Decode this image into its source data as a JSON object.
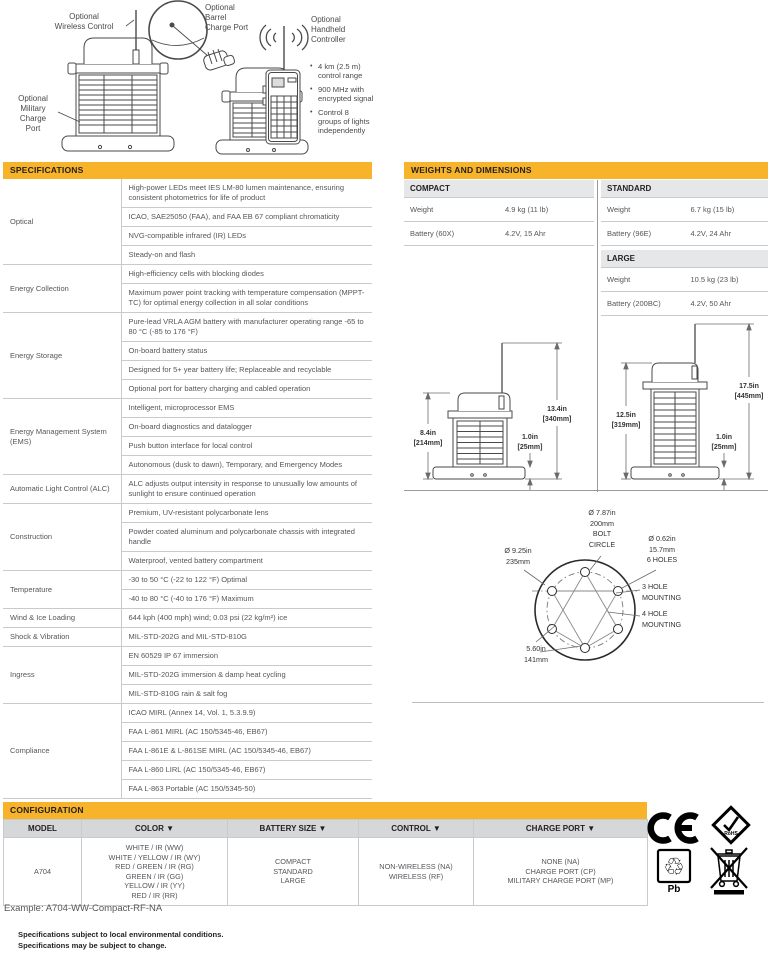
{
  "colors": {
    "accent": "#F7B42A",
    "subheader_gray": "#E6E7E8",
    "config_header_gray": "#D6D7D9",
    "row_line": "#C9CACB",
    "body_text": "#55565A"
  },
  "hero": {
    "callouts": {
      "wireless": "Optional\nWireless Control",
      "barrel": "Optional\nBarrel\nCharge Port",
      "handheld": "Optional\nHandheld\nController",
      "military": "Optional\nMilitary\nCharge\nPort"
    },
    "controller_bullets": [
      "4 km (2.5 m)\ncontrol range",
      "900 MHz with\nencrypted signal",
      "Control 8\ngroups of lights\nindependently"
    ]
  },
  "specifications": {
    "header": "SPECIFICATIONS",
    "groups": [
      {
        "category": "Optical",
        "items": [
          "High-power LEDs meet IES LM-80 lumen maintenance, ensuring consistent photometrics for life of product",
          "ICAO, SAE25050 (FAA), and FAA EB 67 compliant chromaticity",
          "NVG-compatible infrared (IR) LEDs",
          "Steady-on and flash"
        ]
      },
      {
        "category": "Energy Collection",
        "items": [
          "High-efficiency cells with blocking diodes",
          "Maximum power point tracking with temperature compensation (MPPT-TC) for optimal energy collection in all solar conditions"
        ]
      },
      {
        "category": "Energy Storage",
        "items": [
          "Pure-lead VRLA  AGM battery with manufacturer operating range -65 to 80 °C (-85 to 176 °F)",
          "On-board battery status",
          "Designed for 5+ year battery life; Replaceable and recyclable",
          "Optional port for battery charging and cabled operation"
        ]
      },
      {
        "category": "Energy Management System (EMS)",
        "items": [
          "Intelligent, microprocessor EMS",
          "On-board diagnostics and datalogger",
          "Push button interface for local control",
          "Autonomous (dusk to dawn), Temporary, and Emergency Modes"
        ]
      },
      {
        "category": "Automatic Light Control (ALC)",
        "items": [
          "ALC adjusts output intensity in response to unusually low amounts of sunlight to ensure continued operation"
        ]
      },
      {
        "category": "Construction",
        "items": [
          "Premium, UV-resistant polycarbonate lens",
          "Powder coated aluminum and polycarbonate chassis with integrated handle",
          "Waterproof, vented battery compartment"
        ]
      },
      {
        "category": "Temperature",
        "items": [
          "-30 to 50 °C (-22 to 122 °F) Optimal",
          "-40 to 80 °C (-40 to 176 °F) Maximum"
        ]
      },
      {
        "category": "Wind & Ice Loading",
        "items": [
          "644 kph (400 mph) wind; 0.03 psi (22 kg/m²) ice"
        ]
      },
      {
        "category": "Shock & Vibration",
        "items": [
          "MIL-STD-202G and MIL-STD-810G"
        ]
      },
      {
        "category": "Ingress",
        "items": [
          "EN 60529  IP 67 immersion",
          "MIL-STD-202G immersion & damp heat cycling",
          "MIL-STD-810G rain & salt fog"
        ]
      },
      {
        "category": "Compliance",
        "items": [
          "ICAO MIRL (Annex 14, Vol. 1, 5.3.9.9)",
          "FAA L-861 MIRL (AC 150/5345-46, EB67)",
          "FAA L-861E & L-861SE MIRL (AC 150/5345-46, EB67)",
          "FAA L-860 LIRL (AC 150/5345-46, EB67)",
          "FAA L-863 Portable (AC 150/5345-50)"
        ]
      }
    ]
  },
  "weights": {
    "header": "WEIGHTS AND DIMENSIONS",
    "tables": [
      {
        "name": "COMPACT",
        "rows": [
          [
            "Weight",
            "4.9 kg (11 lb)"
          ],
          [
            "Battery (60X)",
            "4.2V, 15 Ahr"
          ]
        ]
      },
      {
        "name": "STANDARD",
        "rows": [
          [
            "Weight",
            "6.7 kg (15 lb)"
          ],
          [
            "Battery (96E)",
            "4.2V, 24 Ahr"
          ]
        ]
      },
      {
        "name": "LARGE",
        "rows": [
          [
            "Weight",
            "10.5 kg (23 lb)"
          ],
          [
            "Battery (200BC)",
            "4.2V, 50 Ahr"
          ]
        ]
      }
    ]
  },
  "dim_drawings": {
    "compact": {
      "height_in": "8.4in",
      "height_mm": "[214mm]",
      "overall_in": "13.4in",
      "overall_mm": "[340mm]",
      "base_in": "1.0in",
      "base_mm": "[25mm]"
    },
    "standard": {
      "height_in": "12.5in",
      "height_mm": "[319mm]",
      "overall_in": "17.5in",
      "overall_mm": "[445mm]",
      "base_in": "1.0in",
      "base_mm": "[25mm]"
    }
  },
  "bolt_circle": {
    "bolt_circle_label": "Ø 7.87in\n200mm\nBOLT\nCIRCLE",
    "holes_label": "Ø 0.62in\n15.7mm\n6 HOLES",
    "outer_label": "Ø 9.25in\n235mm",
    "three_hole_label": "3 HOLE\nMOUNTING",
    "four_hole_label": "4 HOLE\nMOUNTING",
    "spacing_label": "5.60in\n141mm"
  },
  "configuration": {
    "header": "CONFIGURATION",
    "columns": [
      "MODEL",
      "COLOR ▼",
      "BATTERY SIZE ▼",
      "CONTROL ▼",
      "CHARGE PORT ▼"
    ],
    "row": {
      "model": "A704",
      "colors": [
        "WHITE / IR (WW)",
        "WHITE / YELLOW / IR (WY)",
        "RED / GREEN / IR (RG)",
        "GREEN / IR (GG)",
        "YELLOW / IR (YY)",
        "RED / IR (RR)"
      ],
      "battery_sizes": [
        "COMPACT",
        "STANDARD",
        "LARGE"
      ],
      "controls": [
        "NON-WIRELESS (NA)",
        "WIRELESS (RF)"
      ],
      "charge_ports": [
        "NONE (NA)",
        "CHARGE PORT (CP)",
        "MILITARY CHARGE PORT (MP)"
      ]
    }
  },
  "marks": {
    "ce": "CE",
    "rohs": "RoHS",
    "pb": "Pb"
  },
  "footer": {
    "example": "Example: A704-WW-Compact-RF-NA",
    "disclaimer_line1": "Specifications subject to local environmental conditions.",
    "disclaimer_line2": "Specifications may be subject to change."
  }
}
